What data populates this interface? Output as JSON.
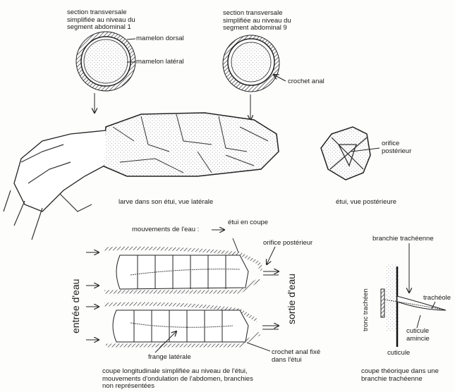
{
  "section1": {
    "line1": "section transversale",
    "line2": "simplifiée au niveau du",
    "line3": "segment abdominal 1"
  },
  "section9": {
    "line1": "section transversale",
    "line2": "simplifiée au niveau du",
    "line3": "segment abdominal 9"
  },
  "labels": {
    "mamelon_dorsal": "mamelon dorsal",
    "mamelon_lateral": "mamelon latéral",
    "crochet_anal": "crochet anal",
    "orifice_posterieur_1": "orifice",
    "orifice_posterieur_2": "postérieur",
    "larve_caption": "larve dans son étui, vue latérale",
    "etui_caption": "étui, vue postérieure",
    "mouvements": "mouvements de l'eau :",
    "etui_en_coupe": "étui en coupe",
    "orifice_posterieur_long": "orifice postérieur",
    "entree": "entrée d'eau",
    "sortie": "sortie d'eau",
    "frange": "frange latérale",
    "crochet_fixe_1": "crochet anal fixé",
    "crochet_fixe_2": "dans l'étui",
    "coupe_long_1": "coupe longitudinale simplifiée au niveau de l'étui,",
    "coupe_long_2": "mouvements d'ondulation de l'abdomen, branchies",
    "coupe_long_3": "non représentées",
    "branchie": "branchie trachéenne",
    "tronc": "tronc trachéen",
    "tracheole": "trachéole",
    "cuticule_amincie_1": "cuticule",
    "cuticule_amincie_2": "amincie",
    "cuticule": "cuticule",
    "coupe_theo_1": "coupe théorique dans une",
    "coupe_theo_2": "branchie trachéenne"
  }
}
